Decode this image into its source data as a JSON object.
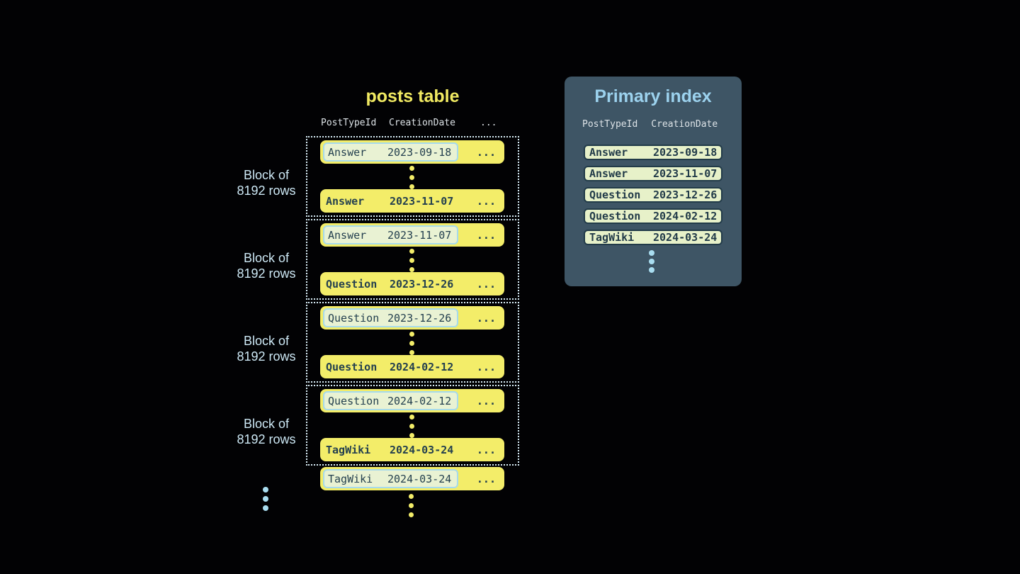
{
  "colors": {
    "bg": "#020204",
    "yellow": "#f3ed69",
    "title-yellow": "#f1ea62",
    "dark-text": "#24404f",
    "hl-bg": "#e9f2d3",
    "hl-border": "#a6daeb",
    "header-text": "#dde3e7",
    "label-blue": "#cde8f5",
    "dotted": "#d9eef8",
    "panel-bg": "#3e5565",
    "panel-title": "#9cd2ee",
    "pi-row-bg": "#e7f1c9",
    "pi-row-border": "#223b49",
    "blue-dot": "#a9ddf0"
  },
  "posts_table": {
    "title": "posts table",
    "columns": [
      "PostTypeId",
      "CreationDate",
      "..."
    ],
    "ellipsis": "...",
    "block_label": {
      "line1": "Block of",
      "line2": "8192 rows"
    },
    "blocks": [
      {
        "first": {
          "type": "Answer",
          "date": "2023-09-18"
        },
        "last": {
          "type": "Answer",
          "date": "2023-11-07"
        }
      },
      {
        "first": {
          "type": "Answer",
          "date": "2023-11-07"
        },
        "last": {
          "type": "Question",
          "date": "2023-12-26"
        }
      },
      {
        "first": {
          "type": "Question",
          "date": "2023-12-26"
        },
        "last": {
          "type": "Question",
          "date": "2024-02-12"
        }
      },
      {
        "first": {
          "type": "Question",
          "date": "2024-02-12"
        },
        "last": {
          "type": "TagWiki",
          "date": "2024-03-24"
        }
      }
    ],
    "trailing_row": {
      "type": "TagWiki",
      "date": "2024-03-24"
    }
  },
  "primary_index": {
    "title": "Primary index",
    "columns": [
      "PostTypeId",
      "CreationDate"
    ],
    "rows": [
      {
        "type": "Answer",
        "date": "2023-09-18"
      },
      {
        "type": "Answer",
        "date": "2023-11-07"
      },
      {
        "type": "Question",
        "date": "2023-12-26"
      },
      {
        "type": "Question",
        "date": "2024-02-12"
      },
      {
        "type": "TagWiki",
        "date": "2024-03-24"
      }
    ]
  }
}
